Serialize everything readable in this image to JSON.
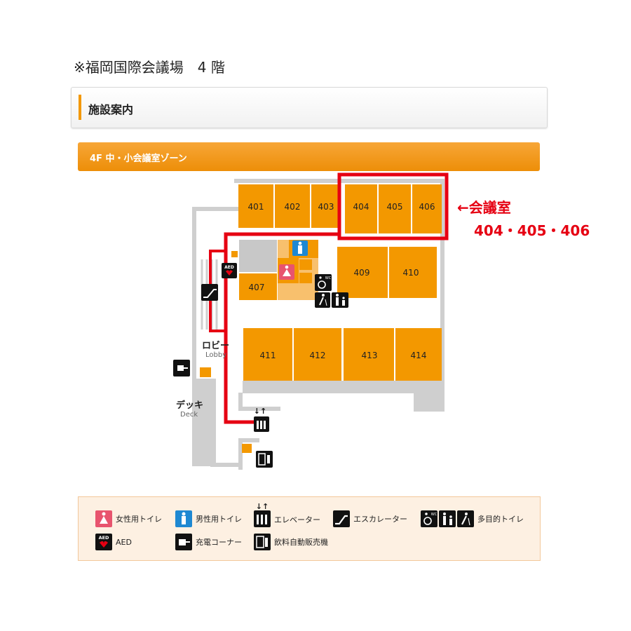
{
  "page": {
    "title": "※福岡国際会議場　4 階"
  },
  "facility": {
    "title": "施設案内"
  },
  "zone": {
    "title": "4F 中・小会議室ゾーン"
  },
  "rooms": [
    {
      "id": "401",
      "label": "401"
    },
    {
      "id": "402",
      "label": "402"
    },
    {
      "id": "403",
      "label": "403"
    },
    {
      "id": "404",
      "label": "404"
    },
    {
      "id": "405",
      "label": "405"
    },
    {
      "id": "406",
      "label": "406"
    },
    {
      "id": "407",
      "label": "407"
    },
    {
      "id": "409",
      "label": "409"
    },
    {
      "id": "410",
      "label": "410"
    },
    {
      "id": "411",
      "label": "411"
    },
    {
      "id": "412",
      "label": "412"
    },
    {
      "id": "413",
      "label": "413"
    },
    {
      "id": "414",
      "label": "414"
    }
  ],
  "areas": {
    "lobby": {
      "ja": "ロビー",
      "en": "Lobby"
    },
    "deck": {
      "ja": "デッキ",
      "en": "Deck"
    }
  },
  "callout": {
    "line1": "←会議室",
    "line2": "404・405・406"
  },
  "legend": {
    "female_toilet": "女性用トイレ",
    "male_toilet": "男性用トイレ",
    "elevator": "エレベーター",
    "escalator": "エスカレーター",
    "multipurpose_toilet": "多目的トイレ",
    "aed": "AED",
    "charging": "充電コーナー",
    "vending": "飲料自動販売機",
    "aed_icon_text": "AED"
  },
  "colors": {
    "room": "#f39800",
    "room_light": "#f8c06d",
    "highlight": "#e60012",
    "wall": "#c8c8c8",
    "female": "#e8546e",
    "male": "#1e88d2",
    "icon_dark": "#111111"
  }
}
